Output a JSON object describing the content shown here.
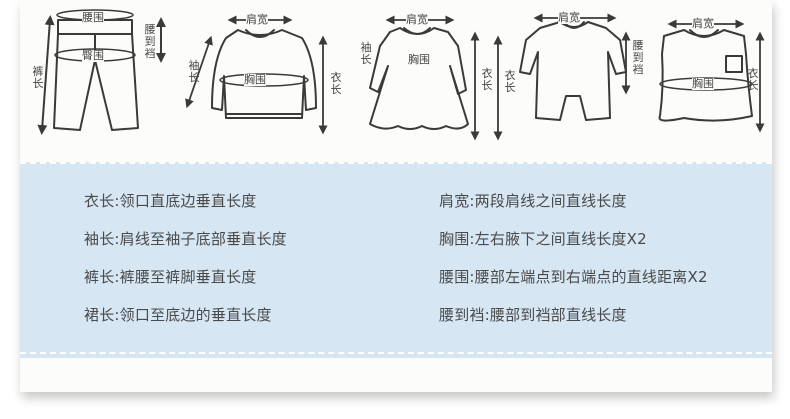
{
  "labels": {
    "yaowei": "腰围",
    "yaodaodang": "腰到裆",
    "kuchang": "裤长",
    "tunwei": "臀围",
    "jiankuan": "肩宽",
    "xiuchang": "袖长",
    "xiongwei": "胸围",
    "yichang": "衣长"
  },
  "definitions": {
    "left": [
      {
        "term": "衣长",
        "desc": "领口直底边垂直长度"
      },
      {
        "term": "袖长",
        "desc": "肩线至袖子底部垂直长度"
      },
      {
        "term": "裤长",
        "desc": "裤腰至裤脚垂直长度"
      },
      {
        "term": "裙长",
        "desc": "领口至底边的垂直长度"
      }
    ],
    "right": [
      {
        "term": "肩宽",
        "desc": "两段肩线之间直线长度"
      },
      {
        "term": "胸围",
        "desc": "左右腋下之间直线长度X2"
      },
      {
        "term": "腰围",
        "desc": "腰部左端点到右端点的直线距离X2"
      },
      {
        "term": "腰到裆",
        "desc": "腰部到裆部直线长度"
      }
    ]
  },
  "colors": {
    "line": "#3a3a3a",
    "panel": "#d6e6f3",
    "text": "#4a4a4a"
  }
}
